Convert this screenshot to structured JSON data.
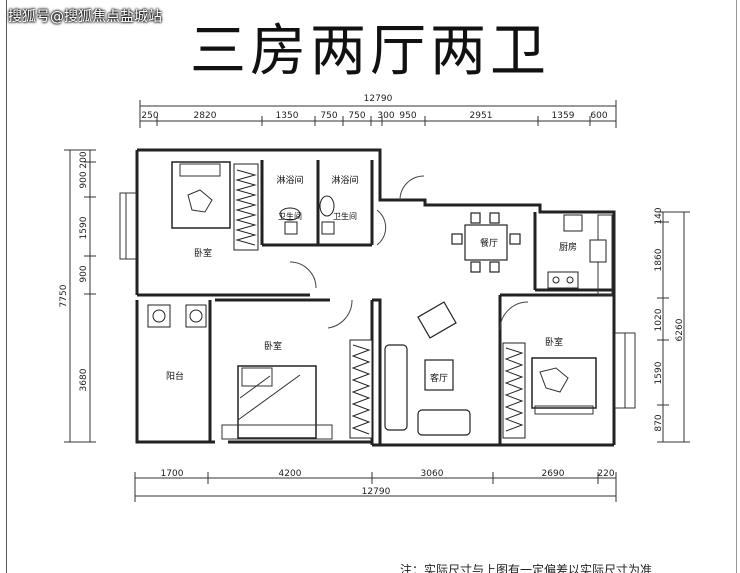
{
  "watermark": "搜狐号@搜狐焦点盐城站",
  "title": "三房两厅两卫",
  "dimensions": {
    "top_total": "12790",
    "top_segments": [
      "250",
      "2820",
      "1350",
      "750",
      "750",
      "300",
      "950",
      "2951",
      "1359",
      "600"
    ],
    "bottom_total": "12790",
    "bottom_segments": [
      "1700",
      "4200",
      "3060",
      "2690",
      "220"
    ],
    "left_total": "7750",
    "left_segments": [
      "200",
      "900",
      "1590",
      "900",
      "3680"
    ],
    "right_total": "6260",
    "right_segments": [
      "140",
      "1860",
      "1020",
      "1590",
      "870"
    ]
  },
  "rooms": {
    "bedroom1": "卧室",
    "bath1": "淋浴间",
    "bath2": "淋浴间",
    "toilet1": "卫生间",
    "toilet2": "卫生间",
    "dining": "餐厅",
    "kitchen": "厨房",
    "balcony": "阳台",
    "bedroom2": "卧室",
    "living": "客厅",
    "bedroom3": "卧室"
  },
  "footnote": "注：实际尺寸与上图有一定偏差以实际尺寸为准"
}
